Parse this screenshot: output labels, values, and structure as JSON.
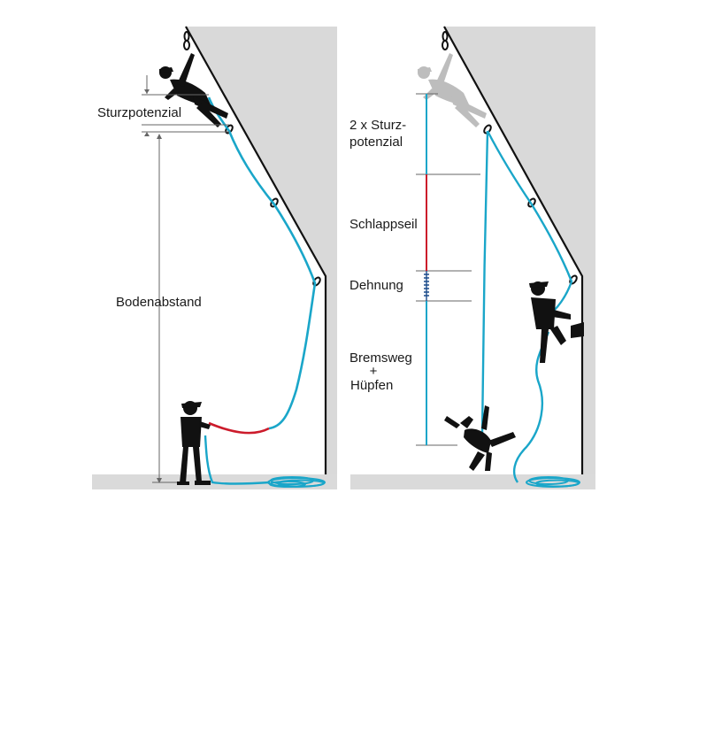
{
  "left_panel": {
    "labels": {
      "fall_potential": "Sturzpotenzial",
      "ground_clearance": "Bodenabstand"
    }
  },
  "right_panel": {
    "labels": {
      "double_fall_line1": "2 x Sturz-",
      "double_fall_line2": "potenzial",
      "slack_rope": "Schlappseil",
      "stretch": "Dehnung",
      "braking_line1": "Bremsweg",
      "braking_line2": "+",
      "braking_line3": "Hüpfen"
    }
  },
  "colors": {
    "rope": "#1aa6c9",
    "slack_rope": "#cc1b2b",
    "wall": "#d9d9d9",
    "ground": "#dadada",
    "figure": "#111111",
    "ghost_figure": "#bdbdbd",
    "measure_line": "#666666"
  }
}
